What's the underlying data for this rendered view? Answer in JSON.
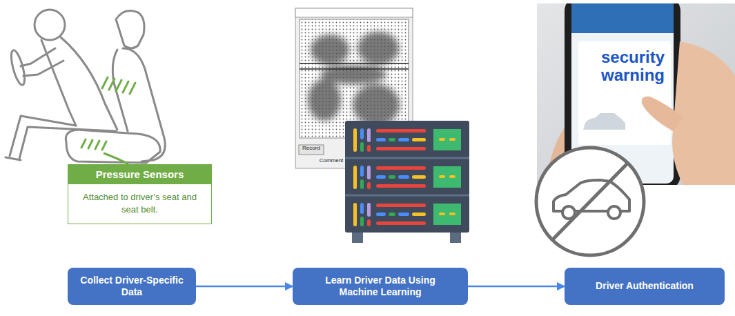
{
  "diagram": {
    "nodes": [
      {
        "text": [
          "Pressure Sensors",
          "Attached to driver’s seat and seat belt."
        ]
      },
      {
        "text": [
          "Collect Driver-Specific Data"
        ]
      },
      {
        "text": [
          "Learn Driver Data Using Machine Learning"
        ]
      },
      {
        "text": [
          "Driver Authentication"
        ]
      }
    ],
    "edges": [
      {
        "from": 1,
        "to": 2,
        "arrow": "to"
      },
      {
        "from": 2,
        "to": 3,
        "arrow": "to"
      }
    ],
    "labels": [
      "security warning",
      "Record",
      "Comment"
    ]
  }
}
